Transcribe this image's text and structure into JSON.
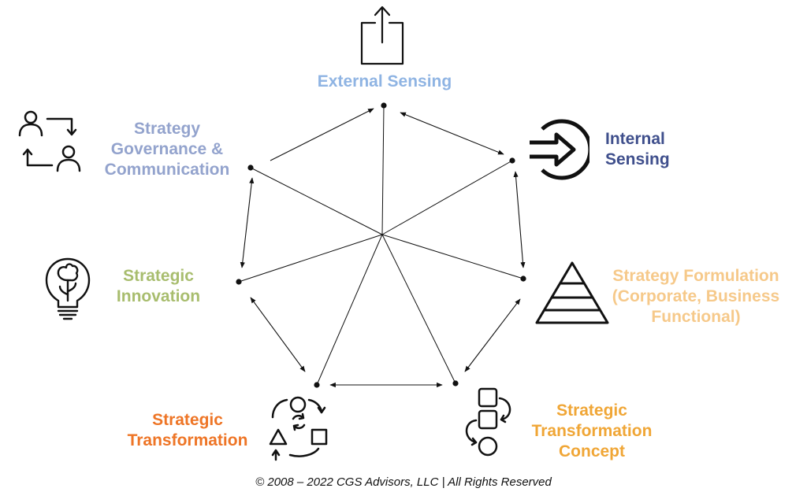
{
  "nodes": [
    {
      "id": "external-sensing",
      "lines": [
        "External Sensing"
      ],
      "color": "#8fb4e3",
      "icon": "share-upload-icon"
    },
    {
      "id": "internal-sensing",
      "lines": [
        "Internal",
        "Sensing"
      ],
      "color": "#3f4f8c",
      "icon": "arrow-into-circle-icon"
    },
    {
      "id": "strategy-formulation",
      "lines": [
        "Strategy Formulation",
        "(Corporate, Business",
        "Functional)"
      ],
      "color": "#f6c98a",
      "icon": "pyramid-icon"
    },
    {
      "id": "strategic-transformation-concept",
      "lines": [
        "Strategic",
        "Transformation",
        "Concept"
      ],
      "color": "#f0a636",
      "icon": "stacked-squares-flow-icon"
    },
    {
      "id": "strategic-transformation",
      "lines": [
        "Strategic",
        "Transformation"
      ],
      "color": "#ee7526",
      "icon": "shapes-cycle-icon"
    },
    {
      "id": "strategic-innovation",
      "lines": [
        "Strategic",
        "Innovation"
      ],
      "color": "#a8bd6e",
      "icon": "lightbulb-brain-icon"
    },
    {
      "id": "strategy-governance",
      "lines": [
        "Strategy",
        "Governance &",
        "Communication"
      ],
      "color": "#93a3cd",
      "icon": "people-exchange-icon"
    }
  ],
  "footer": {
    "copyright": "© 2008 – 2022 CGS Advisors, LLC | All Rights Reserved"
  }
}
